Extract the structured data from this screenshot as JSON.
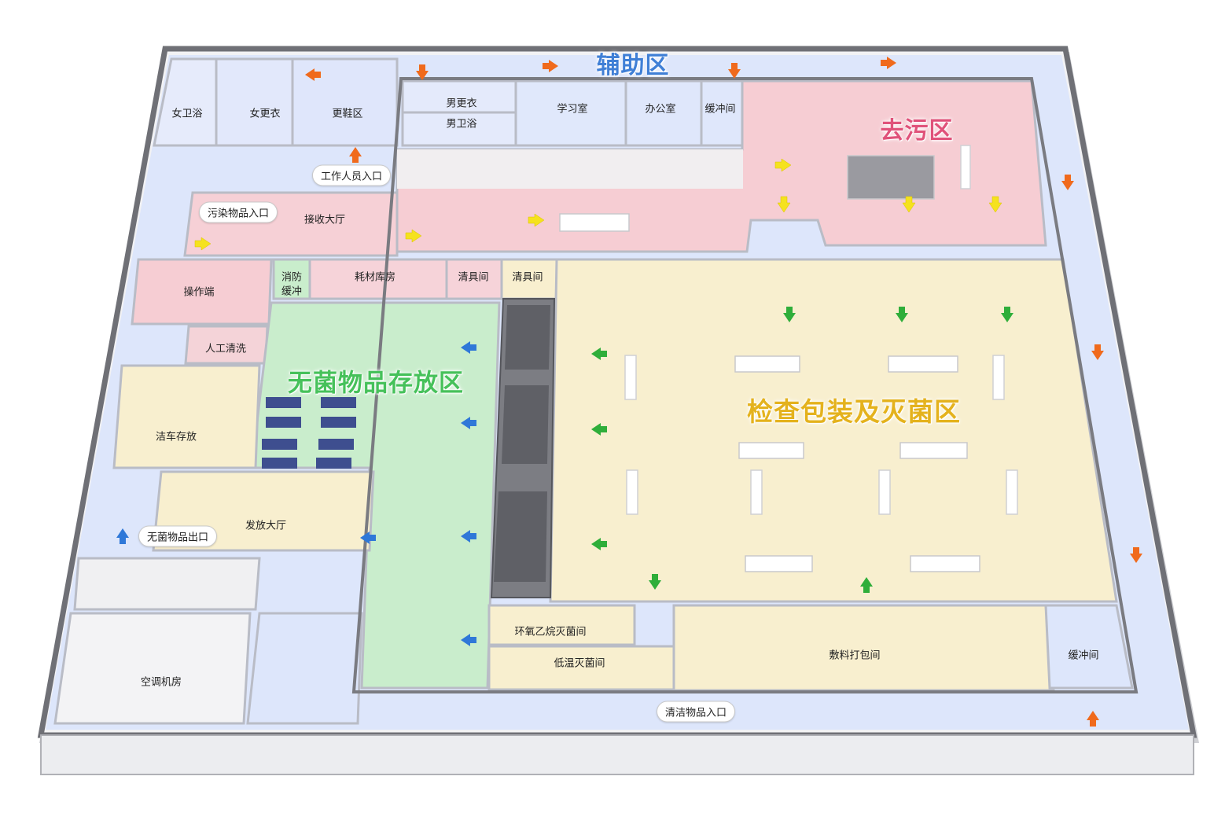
{
  "zones": {
    "aux": "辅助区",
    "decon": "去污区",
    "sterile_storage": "无菌物品存放区",
    "pack_sterilize": "检查包装及灭菌区"
  },
  "rooms": {
    "women_bath": "女卫浴",
    "women_change": "女更衣",
    "shoe_change": "更鞋区",
    "men_change": "男更衣",
    "men_bath": "男卫浴",
    "study_room": "学习室",
    "office": "办公室",
    "buffer_top": "缓冲间",
    "receiving_hall": "接收大厅",
    "operation_end": "操作端",
    "fire_buffer_1": "消防",
    "fire_buffer_2": "缓冲",
    "consumables": "耗材库房",
    "janitor_1": "清具间",
    "janitor_2": "清具间",
    "manual_wash": "人工清洗",
    "cart_storage": "洁车存放",
    "dispatch_hall": "发放大厅",
    "ac_room": "空调机房",
    "eo_sterilization": "环氧乙烷灭菌间",
    "low_temp_sterilization": "低温灭菌间",
    "dressing_packing": "敷料打包间",
    "buffer_bottom": "缓冲间"
  },
  "entrances": {
    "staff_entrance": "工作人员入口",
    "contaminated_entrance": "污染物品入口",
    "sterile_exit": "无菌物品出口",
    "clean_entrance": "清洁物品入口"
  },
  "colors": {
    "aux_floor": "#dde6fb",
    "decon_floor": "#f6cdd3",
    "sterile_floor": "#c9edcc",
    "pack_floor": "#f8efcf",
    "wall": "#e9e9ec",
    "wall_dark": "#8a8a90",
    "arrow_orange": "#f06a1c",
    "arrow_yellow": "#f5e21e",
    "arrow_green": "#2fae3a",
    "arrow_blue": "#2f78d8"
  }
}
